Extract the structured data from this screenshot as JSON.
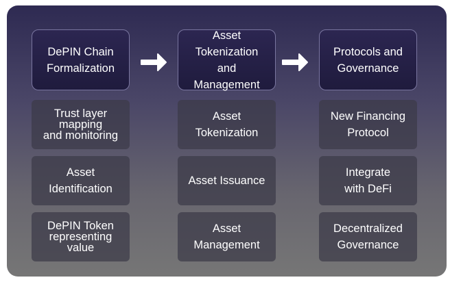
{
  "columns": [
    {
      "header": "DePIN Chain\nFormalization",
      "items": [
        "Trust layer\nmapping\nand monitoring",
        "Asset\nIdentification",
        "DePIN Token\nrepresenting\nvalue"
      ]
    },
    {
      "header": "Asset\nTokenization and\nManagement",
      "items": [
        "Asset\nTokenization",
        "Asset Issuance",
        "Asset\nManagement"
      ]
    },
    {
      "header": "Protocols and\nGovernance",
      "items": [
        "New Financing\nProtocol",
        "Integrate\nwith DeFi",
        "Decentralized\nGovernance"
      ]
    }
  ],
  "arrow_icon": "right-arrow-icon",
  "colors": {
    "header_fill": "#231f45",
    "header_border": "#7a76a0",
    "cell_fill": "#4a4856",
    "text": "#ffffff"
  }
}
